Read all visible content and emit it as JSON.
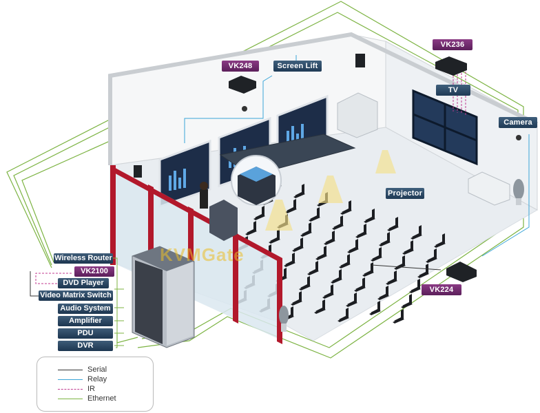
{
  "device_tags": {
    "vk248": "VK248",
    "screen_lift": "Screen Lift",
    "vk236": "VK236",
    "tv": "TV",
    "camera": "Camera",
    "projector": "Projector",
    "vk224": "VK224"
  },
  "rack_devices": [
    {
      "label": "Wireless Router",
      "style": "navy"
    },
    {
      "label": "VK2100",
      "style": "purple"
    },
    {
      "label": "DVD Player",
      "style": "navy"
    },
    {
      "label": "Video Matrix Switch",
      "style": "navy"
    },
    {
      "label": "Audio System",
      "style": "navy"
    },
    {
      "label": "Amplifier",
      "style": "navy"
    },
    {
      "label": "PDU",
      "style": "navy"
    },
    {
      "label": "DVR",
      "style": "navy"
    }
  ],
  "legend": [
    {
      "label": "Serial",
      "color": "#333333",
      "dash": false
    },
    {
      "label": "Relay",
      "color": "#3aa5d8",
      "dash": false
    },
    {
      "label": "IR",
      "color": "#c0398f",
      "dash": true
    },
    {
      "label": "Ethernet",
      "color": "#7cb342",
      "dash": false
    }
  ],
  "watermark": "KVMGate",
  "colors": {
    "purple_tag": "#6a2a68",
    "navy_tag": "#2b4863",
    "ethernet": "#7cb342",
    "relay": "#3aa5d8",
    "ir": "#c0398f",
    "serial": "#333333",
    "glass_frame": "#b2182b"
  }
}
